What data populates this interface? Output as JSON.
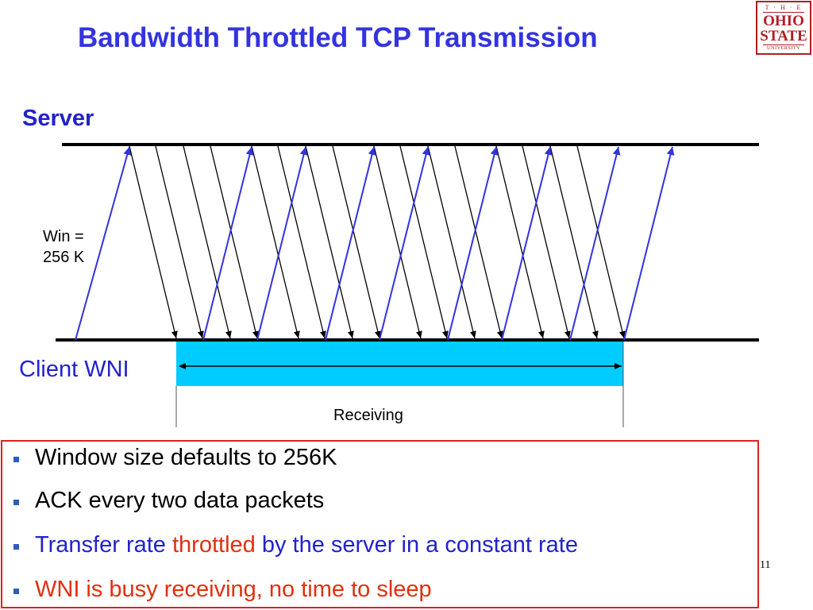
{
  "slide": {
    "title": "Bandwidth Throttled TCP Transmission",
    "page_number": "11"
  },
  "logo": {
    "line1": "T · H · E",
    "line2": "OHIO",
    "line3": "STATE",
    "line4": "UNIVERSITY"
  },
  "diagram": {
    "server_label": "Server",
    "client_label": "Client WNI",
    "window_label_line1": "Win =",
    "window_label_line2": "256 K",
    "receiving_label": "Receiving",
    "colors": {
      "ack_arrow": "#3333dd",
      "data_arrow": "#000000",
      "receive_bar": "#00ccff"
    }
  },
  "bullets": [
    {
      "segments": [
        {
          "text": "Window size defaults to 256K",
          "color": "black"
        }
      ]
    },
    {
      "segments": [
        {
          "text": "ACK every two data packets",
          "color": "black"
        }
      ]
    },
    {
      "segments": [
        {
          "text": "Transfer rate ",
          "color": "blue"
        },
        {
          "text": "throttled",
          "color": "red"
        },
        {
          "text": " by the server in a constant rate",
          "color": "blue"
        }
      ]
    },
    {
      "segments": [
        {
          "text": "WNI is busy receiving, no time to sleep",
          "color": "red"
        }
      ]
    }
  ]
}
